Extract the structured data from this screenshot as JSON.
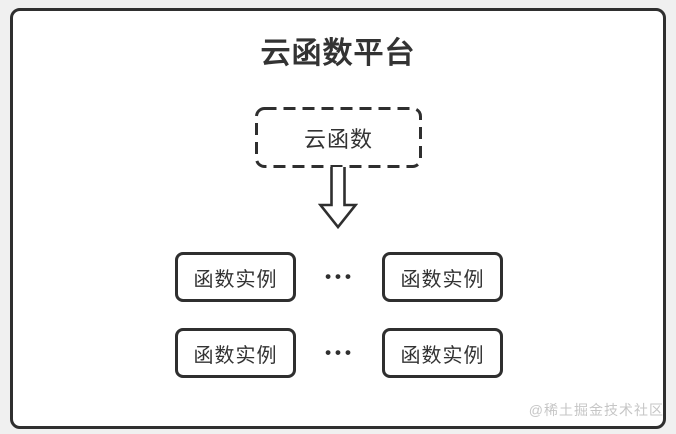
{
  "diagram": {
    "title": "云函数平台",
    "cloud_function": {
      "label": "云函数"
    },
    "rows": [
      {
        "instances": [
          "函数实例",
          "函数实例"
        ],
        "ellipsis": "•••"
      },
      {
        "instances": [
          "函数实例",
          "函数实例"
        ],
        "ellipsis": "•••"
      }
    ],
    "watermark": "@稀土掘金技术社区"
  },
  "colors": {
    "border": "#2f2f2f",
    "text": "#333333",
    "page_background": "#f0f0f0",
    "canvas_background": "#ffffff",
    "watermark": "#c6c6c6"
  }
}
